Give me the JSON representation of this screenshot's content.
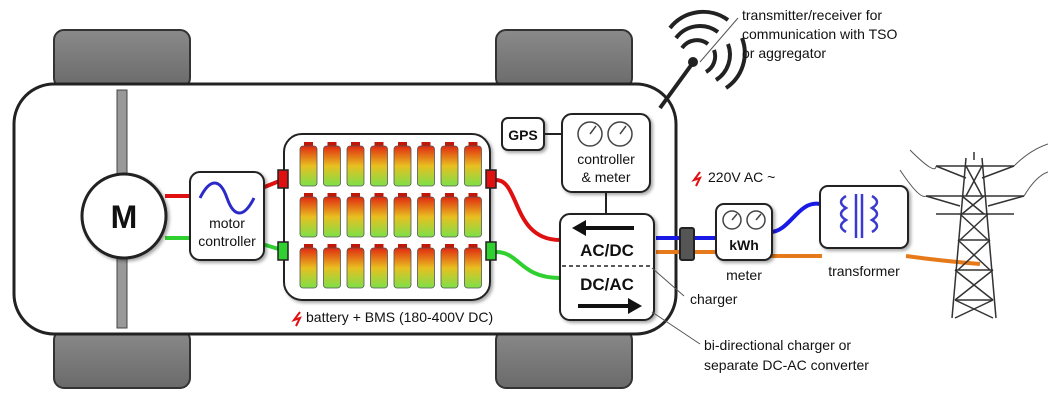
{
  "diagram": {
    "motor_label": "M",
    "motor_controller_label_line1": "motor",
    "motor_controller_label_line2": "controller",
    "battery_caption": "battery + BMS (180-400V DC)",
    "gps_label": "GPS",
    "controller_label_line1": "controller",
    "controller_label_line2": "& meter",
    "acdc_label": "AC/DC",
    "dcac_label": "DC/AC",
    "ac_voltage_label": "220V AC ~",
    "kwh_label": "kWh",
    "meter_caption": "meter",
    "transformer_caption": "transformer",
    "charger_caption": "charger",
    "bidirectional_line1": "bi-directional charger or",
    "bidirectional_line2": "separate DC-AC converter",
    "antenna_line1": "transmitter/receiver for",
    "antenna_line2": "communication with TSO",
    "antenna_line3": "or aggregator"
  },
  "colors": {
    "positive_wire": "#e01010",
    "negative_wire": "#30d030",
    "ac_wire_blue": "#1a1ae6",
    "ac_wire_orange": "#e67a1a",
    "cell_top": "#e02a10",
    "cell_bottom": "#7de04a",
    "wheel": "#7a7a7a",
    "transformer_coil": "#3a3ad0"
  }
}
